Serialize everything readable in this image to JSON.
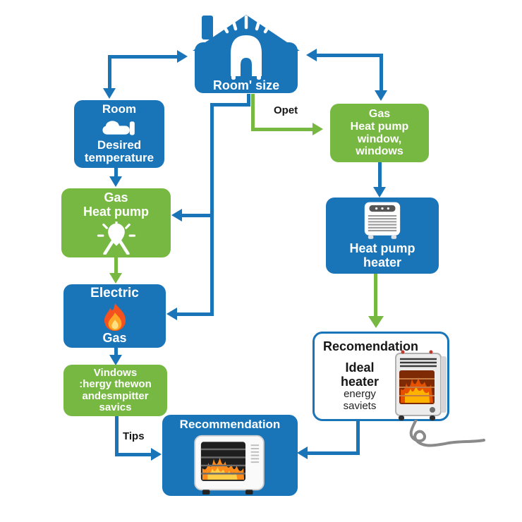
{
  "colors": {
    "node_blue": "#1a74b8",
    "node_green": "#77b842",
    "arrow_blue": "#1a74b8",
    "arrow_green": "#77b842",
    "white_box_border": "#1a74b8",
    "flame_orange": "#ff8c1a",
    "label_text": "#161616"
  },
  "house": {
    "label": "Room' size"
  },
  "room_box": {
    "title": "Room",
    "line1": "Desired",
    "line2": "temperature"
  },
  "gas_heat_pump_box": {
    "line1": "Gas",
    "line2": "Heat pump"
  },
  "electric_box": {
    "top": "Electric",
    "bottom": "Gas"
  },
  "windows_box": {
    "lines": [
      "Vindows",
      ":hergy thewon",
      "andesmpitter",
      "savics"
    ]
  },
  "recommendation_box": {
    "title": "Recommendation"
  },
  "gas_window_box": {
    "lines": [
      "Gas",
      "Heat pump",
      "window,",
      "windows"
    ]
  },
  "heat_pump_heater_box": {
    "line1": "Heat pump",
    "line2": "heater"
  },
  "ideal_box": {
    "title": "Recomendation",
    "lines": [
      "Ideal",
      "heater",
      "energy",
      "saviets"
    ]
  },
  "edge_labels": {
    "opet": "Opet",
    "tips": "Tips"
  }
}
